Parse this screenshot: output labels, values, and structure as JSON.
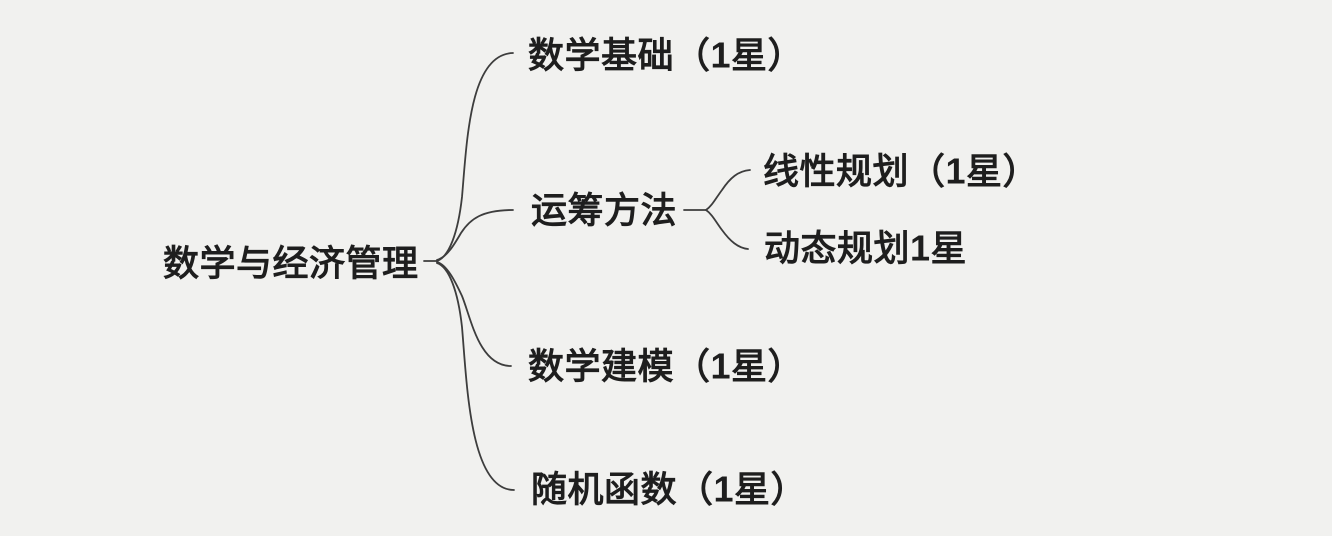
{
  "colors": {
    "background": "#f1f1ef",
    "text": "#1e1e1e",
    "line": "#3d3d3d"
  },
  "mindmap": {
    "root": {
      "label": "数学与经济管理"
    },
    "children": [
      {
        "label": "数学基础（1星）"
      },
      {
        "label": "运筹方法",
        "children": [
          {
            "label": "线性规划（1星）"
          },
          {
            "label": "动态规划1星"
          }
        ]
      },
      {
        "label": "数学建模（1星）"
      },
      {
        "label": "随机函数（1星）"
      }
    ]
  }
}
